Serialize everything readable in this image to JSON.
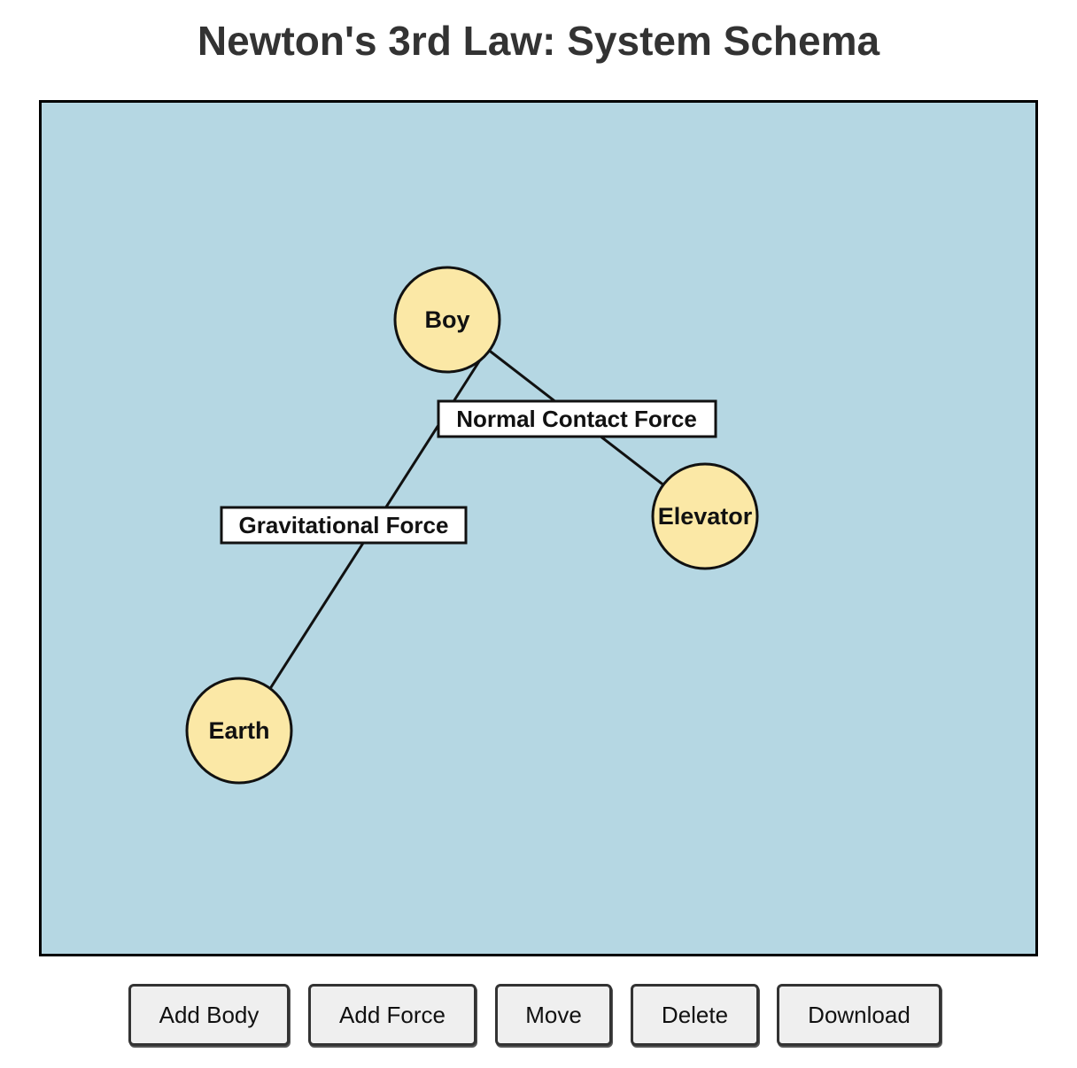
{
  "title": "Newton's 3rd Law: System Schema",
  "schema": {
    "bodies": [
      {
        "id": "boy",
        "label": "Boy"
      },
      {
        "id": "elevator",
        "label": "Elevator"
      },
      {
        "id": "earth",
        "label": "Earth"
      }
    ],
    "forces": [
      {
        "id": "normal",
        "label": "Normal Contact Force",
        "from": "Boy",
        "to": "Elevator"
      },
      {
        "id": "gravity",
        "label": "Gravitational Force",
        "from": "Boy",
        "to": "Earth"
      }
    ]
  },
  "toolbar": {
    "add_body": "Add Body",
    "add_force": "Add Force",
    "move": "Move",
    "delete": "Delete",
    "download": "Download"
  },
  "colors": {
    "canvas_background": "#b5d7e3",
    "body_fill": "#fbe8a6",
    "title": "#333333"
  }
}
